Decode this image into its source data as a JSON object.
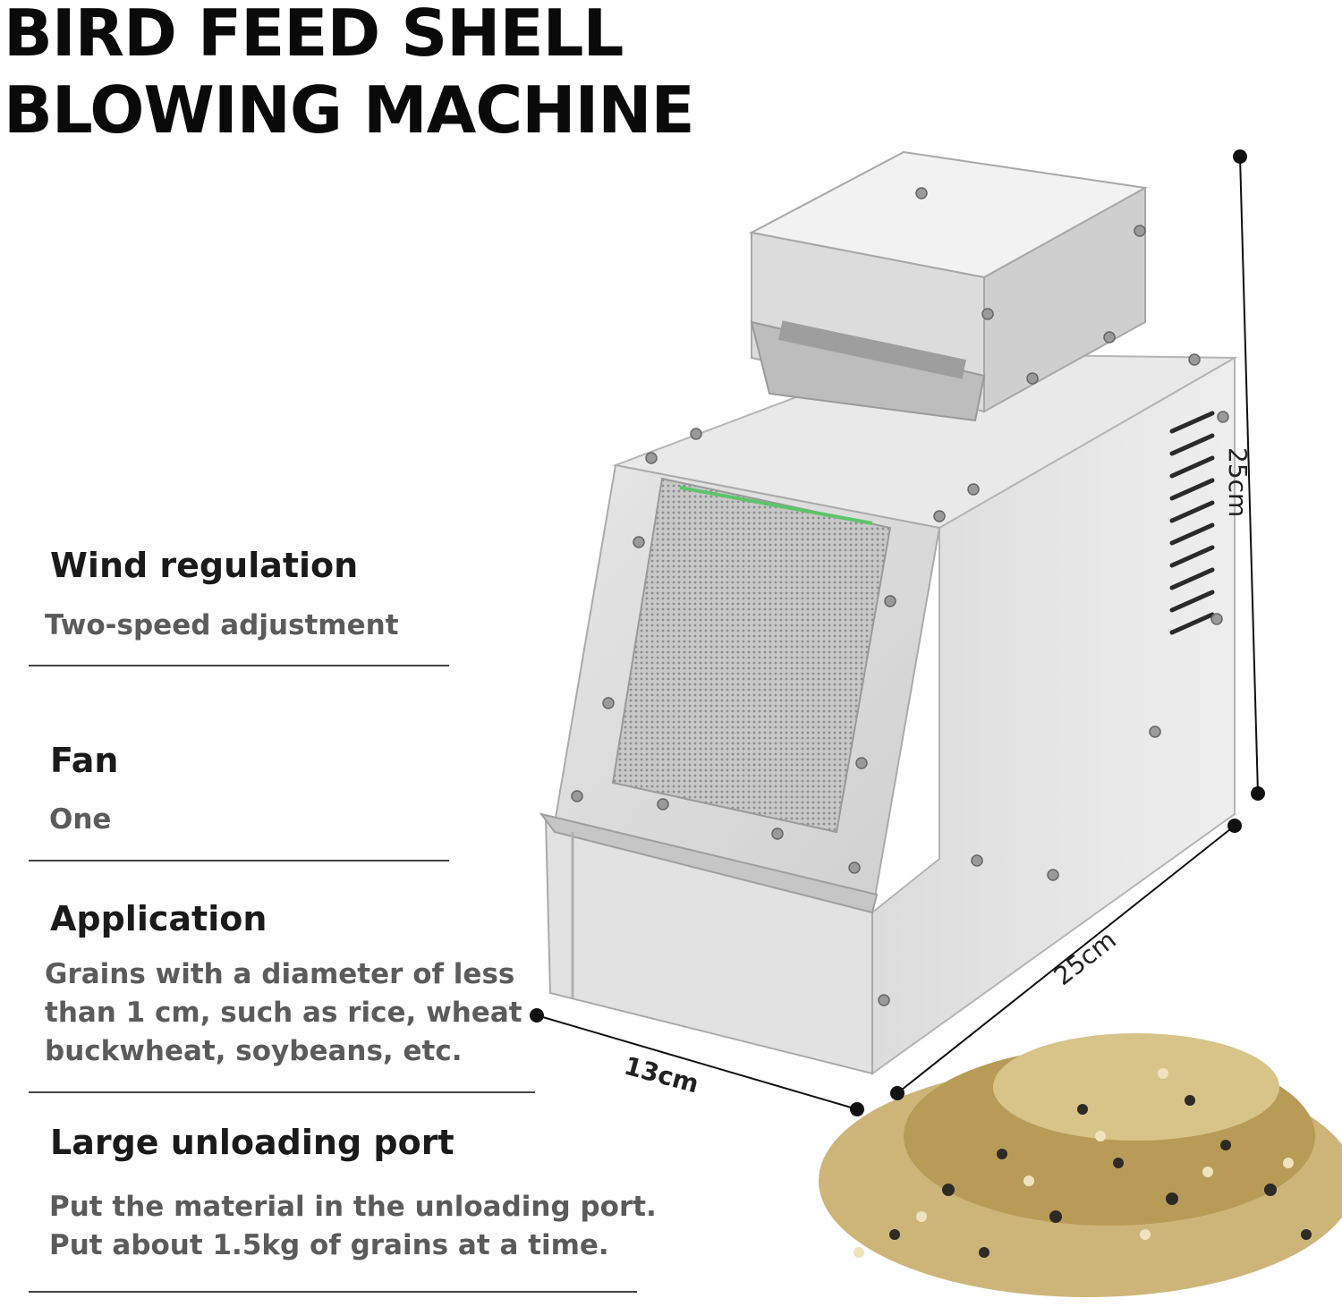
{
  "title": {
    "line1": "BIRD FEED SHELL",
    "line2": "BLOWING MACHINE"
  },
  "features": [
    {
      "heading": "Wind regulation",
      "description": [
        "Two-speed adjustment"
      ]
    },
    {
      "heading": "Fan",
      "description": [
        "One"
      ]
    },
    {
      "heading": "Application",
      "description": [
        "Grains with a diameter of less",
        "than 1 cm, such as rice, wheat",
        "buckwheat, soybeans, etc."
      ]
    },
    {
      "heading": "Large unloading port",
      "description": [
        "Put the material in the unloading port.",
        "Put about 1.5kg of grains at a time."
      ]
    }
  ],
  "dimensions": {
    "height": "25cm",
    "depth": "25cm",
    "width": "13cm"
  },
  "colors": {
    "metal": "#d9d9d9",
    "mesh": "#b9b9b9",
    "accent_green": "#5ec46a",
    "text_gray": "#5b5b5b"
  }
}
